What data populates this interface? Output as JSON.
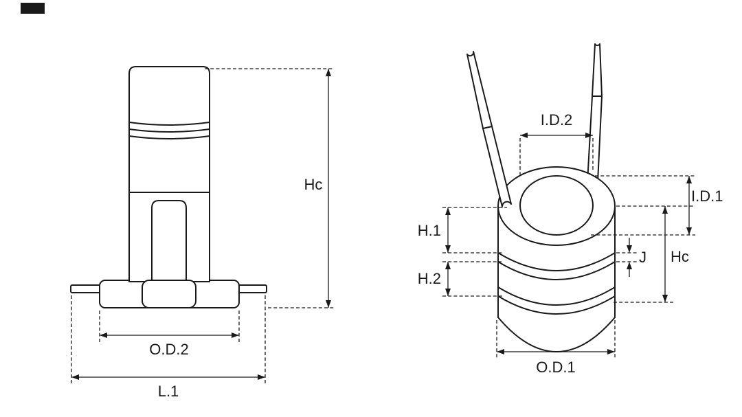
{
  "drawing": {
    "bg": "#ffffff",
    "ink": "#1a1a1a",
    "left_view": {
      "hc_label": "Hc",
      "od2_label": "O.D.2",
      "l1_label": "L.1"
    },
    "right_view": {
      "id2_label": "I.D.2",
      "id1_label": "I.D.1",
      "h1_label": "H.1",
      "h2_label": "H.2",
      "j_label": "J",
      "hc_label": "Hc",
      "od1_label": "O.D.1"
    }
  }
}
